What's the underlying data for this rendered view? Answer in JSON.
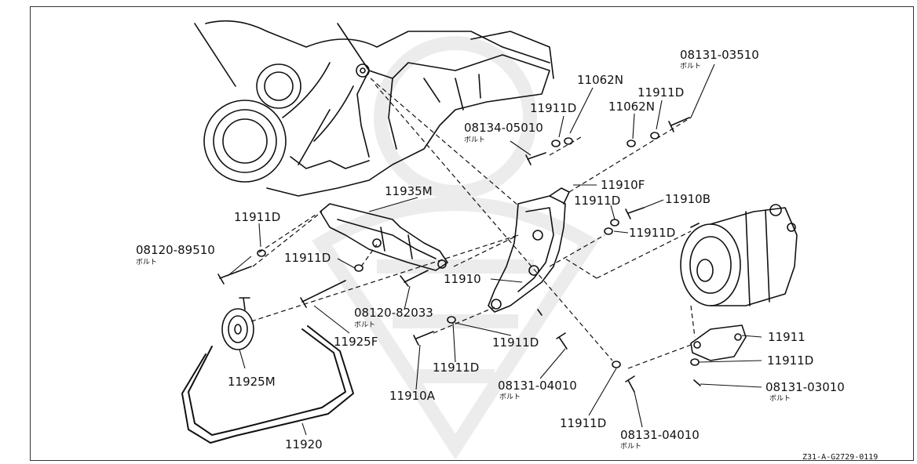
{
  "diagram": {
    "drawing_code": "Z31-A-G2729-0119",
    "callouts": [
      {
        "id": "p08131_03510",
        "text": "08131-03510",
        "sub": "ボルト"
      },
      {
        "id": "p11062N_a",
        "text": "11062N"
      },
      {
        "id": "p11911D_a",
        "text": "11911D"
      },
      {
        "id": "p11911D_b",
        "text": "11911D"
      },
      {
        "id": "p11062N_b",
        "text": "11062N"
      },
      {
        "id": "p08134_05010",
        "text": "08134-05010",
        "sub": "ボルト"
      },
      {
        "id": "p11910F",
        "text": "11910F"
      },
      {
        "id": "p11935M",
        "text": "11935M"
      },
      {
        "id": "p11911D_c",
        "text": "11911D"
      },
      {
        "id": "p11910B",
        "text": "11910B"
      },
      {
        "id": "p11911D_d",
        "text": "11911D"
      },
      {
        "id": "p11911D_e",
        "text": "11911D"
      },
      {
        "id": "p08120_89510",
        "text": "08120-89510",
        "sub": "ボルト"
      },
      {
        "id": "p11911D_f",
        "text": "11911D"
      },
      {
        "id": "p11910",
        "text": "11910"
      },
      {
        "id": "p08120_82033",
        "text": "08120-82033",
        "sub": "ボルト"
      },
      {
        "id": "p11925F",
        "text": "11925F"
      },
      {
        "id": "p11911D_g",
        "text": "11911D"
      },
      {
        "id": "p11911",
        "text": "11911"
      },
      {
        "id": "p11925M",
        "text": "11925M"
      },
      {
        "id": "p11911D_h",
        "text": "11911D"
      },
      {
        "id": "p11911D_i",
        "text": "11911D"
      },
      {
        "id": "p08131_04010_a",
        "text": "08131-04010",
        "sub": "ボルト"
      },
      {
        "id": "p08131_03010",
        "text": "08131-03010",
        "sub": "ボルト"
      },
      {
        "id": "p11910A",
        "text": "11910A"
      },
      {
        "id": "p11911D_j",
        "text": "11911D"
      },
      {
        "id": "p08131_04010_b",
        "text": "08131-04010",
        "sub": "ボルト"
      },
      {
        "id": "p11920",
        "text": "11920"
      }
    ]
  }
}
